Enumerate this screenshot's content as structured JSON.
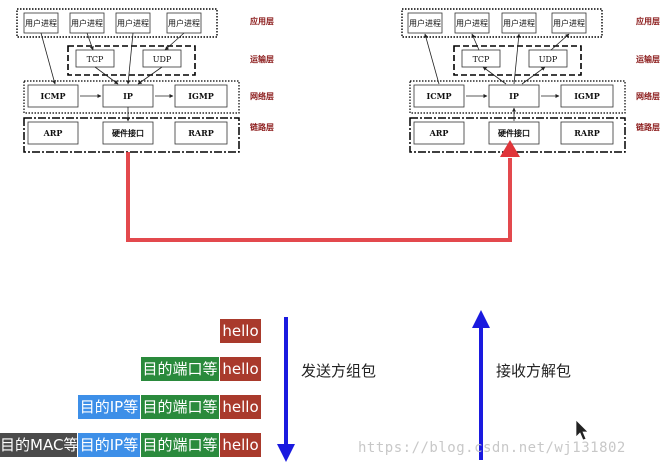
{
  "stack_left": {
    "user_process_1": "用户进程",
    "user_process_2": "用户进程",
    "user_process_3": "用户进程",
    "user_process_4": "用户进程",
    "tcp": "TCP",
    "udp": "UDP",
    "icmp": "ICMP",
    "ip": "IP",
    "igmp": "IGMP",
    "arp": "ARP",
    "hw": "硬件接口",
    "rarp": "RARP"
  },
  "stack_right": {
    "user_process_1": "用户进程",
    "user_process_2": "用户进程",
    "user_process_3": "用户进程",
    "user_process_4": "用户进程",
    "tcp": "TCP",
    "udp": "UDP",
    "icmp": "ICMP",
    "ip": "IP",
    "igmp": "IGMP",
    "arp": "ARP",
    "hw": "硬件接口",
    "rarp": "RARP"
  },
  "layers_left": {
    "app": "应用层",
    "transport": "运输层",
    "network": "网络层",
    "link": "链路层"
  },
  "layers_right": {
    "app": "应用层",
    "transport": "运输层",
    "network": "网络层",
    "link": "链路层"
  },
  "packets": {
    "row1": {
      "hello": "hello"
    },
    "row2": {
      "port": "目的端口等",
      "hello": "hello"
    },
    "row3": {
      "ip": "目的IP等",
      "port": "目的端口等",
      "hello": "hello"
    },
    "row4": {
      "mac": "目的MAC等",
      "ip": "目的IP等",
      "port": "目的端口等",
      "hello": "hello"
    }
  },
  "labels": {
    "sender": "发送方组包",
    "receiver": "接收方解包"
  },
  "watermark": "https://blog.csdn.net/wj131802",
  "colors": {
    "hello": "#a93a2c",
    "port": "#2a8a3c",
    "ip": "#3d8fe8",
    "mac": "#4b4b4b",
    "red_path": "#e0353a",
    "arrow_blue": "#1a1adf"
  }
}
